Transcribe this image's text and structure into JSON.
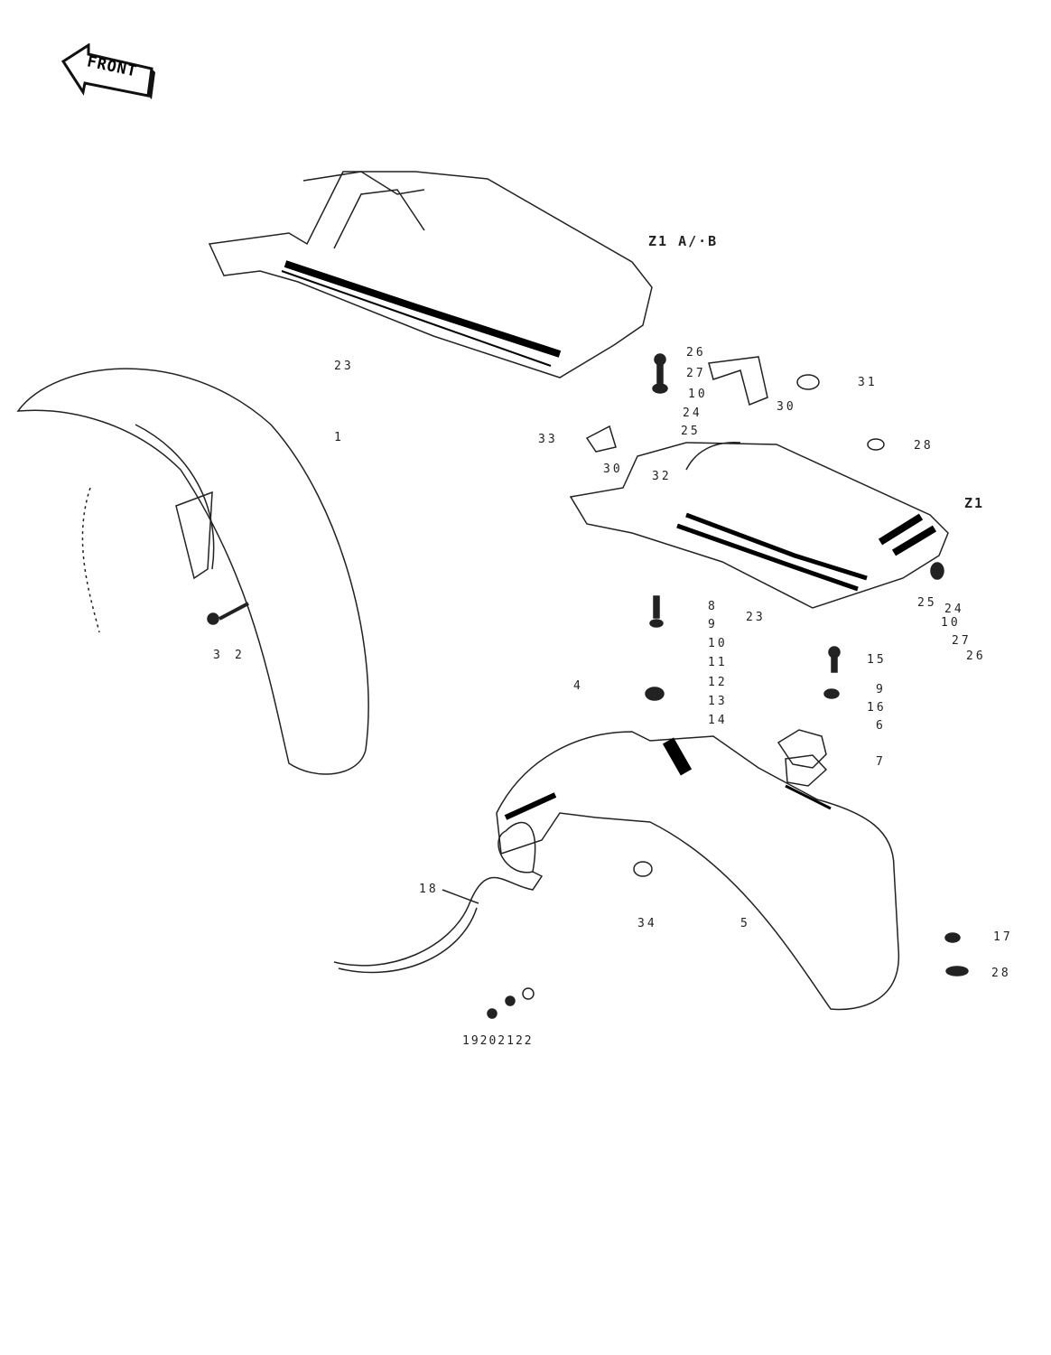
{
  "front_sign": "FRONT",
  "models": {
    "z1ab": "Z1 A/·B",
    "z1": "Z1"
  },
  "labels": {
    "l1": "1",
    "l2": "2",
    "l3": "3",
    "l4": "4",
    "l5": "5",
    "l6": "6",
    "l7": "7",
    "l8": "8",
    "l9a": "9",
    "l9b": "9",
    "l10a": "10",
    "l10b": "10",
    "l10c": "10",
    "l11": "11",
    "l12": "12",
    "l13": "13",
    "l14": "14",
    "l15": "15",
    "l16": "16",
    "l17": "17",
    "l18": "18",
    "l19_22": "19202122",
    "l23a": "23",
    "l23b": "23",
    "l24a": "24",
    "l24b": "24",
    "l25a": "25",
    "l25b": "25",
    "l26a": "26",
    "l26b": "26",
    "l27a": "27",
    "l27b": "27",
    "l28a": "28",
    "l28b": "28",
    "l30a": "30",
    "l30b": "30",
    "l31": "31",
    "l32": "32",
    "l33": "33",
    "l34": "34"
  }
}
